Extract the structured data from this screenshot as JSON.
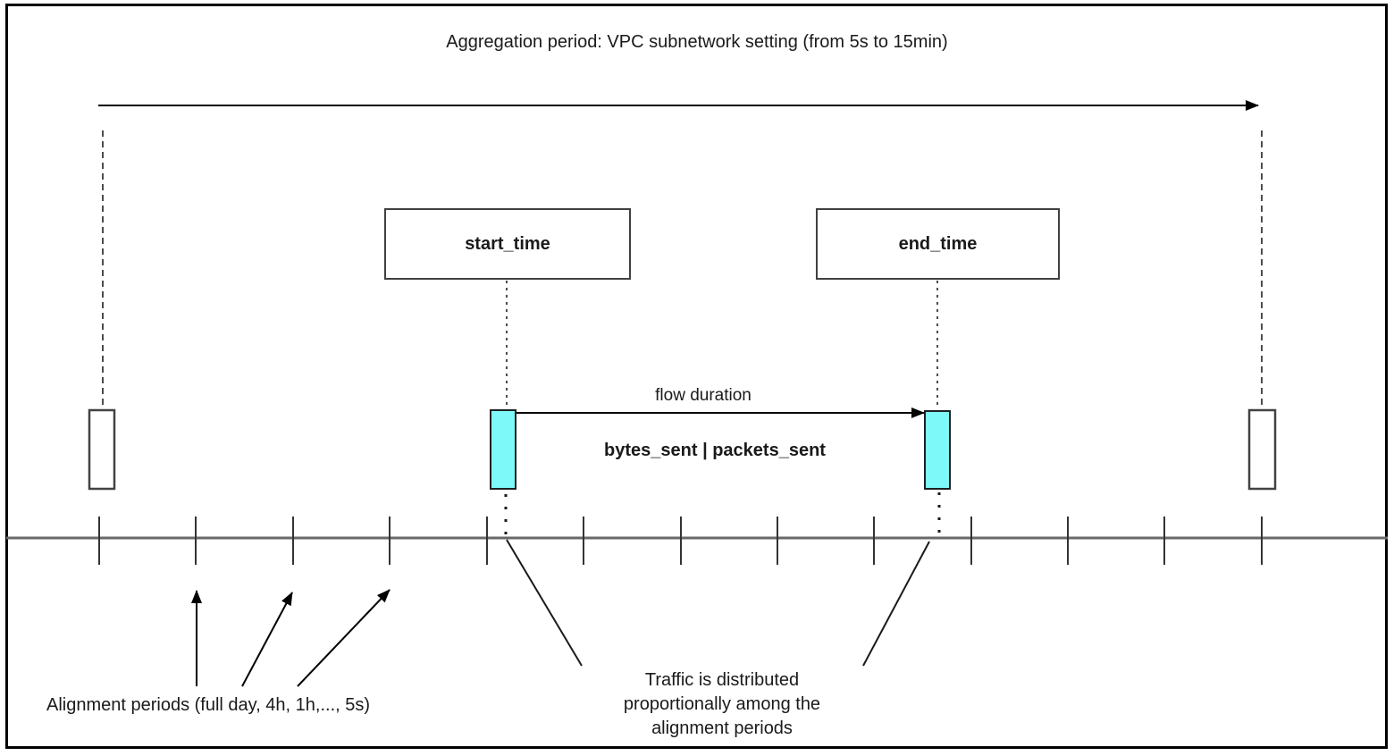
{
  "diagram": {
    "title": "Aggregation period: VPC subnetwork setting (from 5s to 15min)",
    "start_box_label": "start_time",
    "end_box_label": "end_time",
    "flow_duration_label": "flow duration",
    "metrics_label": "bytes_sent | packets_sent",
    "alignment_label": "Alignment periods (full day, 4h, 1h,..., 5s)",
    "traffic_label": "Traffic is distributed proportionally among the alignment periods",
    "colors": {
      "highlight_fill": "#7df9f9",
      "timeline_gray": "#696969",
      "line_black": "#000000"
    }
  }
}
